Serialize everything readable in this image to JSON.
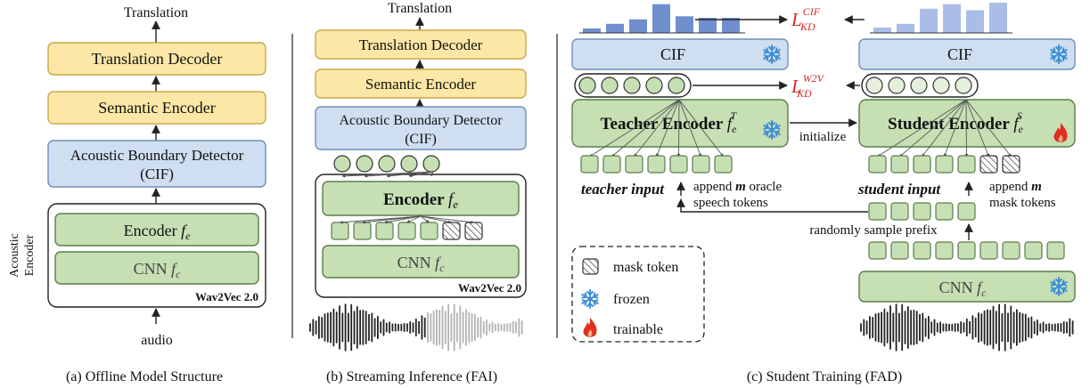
{
  "panel_a": {
    "top_label": "Translation",
    "translation_decoder": "Translation Decoder",
    "semantic_encoder": "Semantic Encoder",
    "abd_line1": "Acoustic Boundary Detector",
    "abd_line2": "(CIF)",
    "encoder": "Encoder",
    "encoder_sym": "f",
    "encoder_sub": "e",
    "cnn": "CNN",
    "cnn_sym": "f",
    "cnn_sub": "c",
    "wav2vec": "Wav2Vec 2.0",
    "side_line1": "Acoustic",
    "side_line2": "Encoder",
    "bottom_label": "audio",
    "caption": "(a) Offline Model Structure"
  },
  "panel_b": {
    "top_label": "Translation",
    "translation_decoder": "Translation Decoder",
    "semantic_encoder": "Semantic Encoder",
    "abd_line1": "Acoustic Boundary Detector",
    "abd_line2": "(CIF)",
    "encoder": "Encoder",
    "encoder_sym": "f",
    "encoder_sub": "e",
    "cnn": "CNN",
    "cnn_sym": "f",
    "cnn_sub": "c",
    "wav2vec": "Wav2Vec 2.0",
    "caption": "(b) Streaming Inference (FAI)"
  },
  "panel_c": {
    "cif_left": "CIF",
    "cif_right": "CIF",
    "loss_cif_main": "L",
    "loss_cif_sub": "KD",
    "loss_cif_sup": "CIF",
    "loss_w2v_main": "L",
    "loss_w2v_sub": "KD",
    "loss_w2v_sup": "W2V",
    "teacher_encoder": "Teacher Encoder",
    "teacher_sym": "f",
    "teacher_sub": "e",
    "teacher_sup": "T",
    "student_encoder": "Student Encoder",
    "student_sym": "f",
    "student_sub": "e",
    "student_sup": "S",
    "initialize": "initialize",
    "teacher_input": "teacher input",
    "student_input": "student input",
    "append_oracle_1a": "append",
    "append_oracle_1b": "m",
    "append_oracle_1c": "oracle",
    "append_oracle_2": "speech tokens",
    "append_mask_1a": "append",
    "append_mask_1b": "m",
    "append_mask_2": "mask tokens",
    "random_prefix": "randomly sample prefix",
    "cnn": "CNN",
    "cnn_sym": "f",
    "cnn_sub": "c",
    "legend_mask": "mask token",
    "legend_frozen": "frozen",
    "legend_trainable": "trainable",
    "caption": "(c) Student Training (FAD)"
  },
  "chart_data": {
    "teacher_distribution": [
      0.15,
      0.3,
      0.45,
      0.95,
      0.55,
      0.5,
      0.5
    ],
    "student_distribution": [
      0.18,
      0.3,
      0.8,
      0.95,
      0.75,
      1.0
    ]
  },
  "colors": {
    "yellow_fill": "#fde7a6",
    "yellow_stroke": "#c9a84a",
    "blue_fill": "#cfdff1",
    "blue_stroke": "#6f8fb5",
    "green_fill": "#c6e0b4",
    "green_stroke": "#5a7d4a",
    "light_green_fill": "#e4f0dc",
    "bar_teacher": "#6f8fcf",
    "bar_student": "#a9bde6",
    "loss_red": "#d42a2a",
    "snow_blue": "#3d8fd6",
    "fire_red": "#e0301e"
  },
  "icons": [
    "snowflake-icon",
    "fire-icon",
    "mask-token-icon"
  ]
}
